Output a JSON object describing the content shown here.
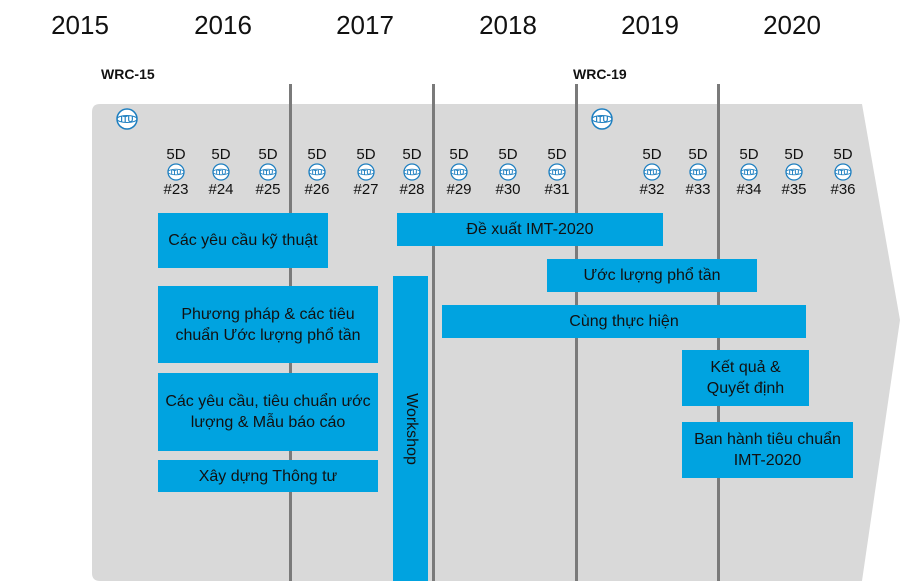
{
  "years": [
    "2015",
    "2016",
    "2017",
    "2018",
    "2019",
    "2020"
  ],
  "wrc": [
    "WRC-15",
    "WRC-19"
  ],
  "meeting_prefix": "5D",
  "itu_label": "ITU",
  "meetings": [
    "#23",
    "#24",
    "#25",
    "#26",
    "#27",
    "#28",
    "#29",
    "#30",
    "#31",
    "#32",
    "#33",
    "#34",
    "#35",
    "#36"
  ],
  "boxes": {
    "tech_requirements": "Các yêu cầu kỹ thuật",
    "evaluation_methods": "Phương pháp & các tiêu chuẩn Ước lượng phổ tần",
    "requirements_template": "Các yêu cầu, tiêu chuẩn ước lượng & Mẫu báo cáo",
    "circular": "Xây dựng Thông tư",
    "workshop": "Workshop",
    "imt_proposal": "Đề xuất IMT-2020",
    "spectrum_estimate": "Ước lượng phổ tần",
    "joint_implementation": "Cùng thực hiện",
    "results_decision": "Kết quả & Quyết định",
    "issue_standard": "Ban hành tiêu chuẩn IMT-2020"
  },
  "colors": {
    "box": "#00a3e0",
    "arrow": "#d9d9d9",
    "divider": "#7a7a7a"
  }
}
